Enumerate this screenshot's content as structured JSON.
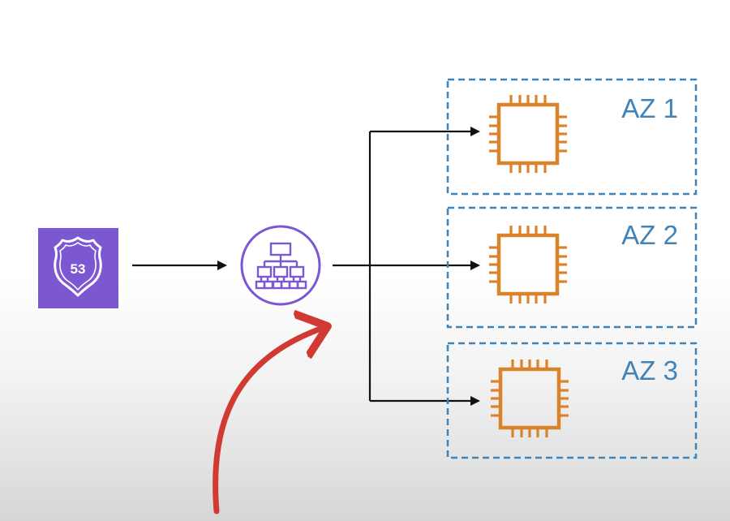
{
  "diagram": {
    "route53": {
      "icon": "route53-shield-icon",
      "label": "53",
      "color": "#7b57d1"
    },
    "load_balancer": {
      "icon": "load-balancer-hierarchy-icon",
      "color": "#7b57d1"
    },
    "availability_zones": [
      {
        "label": "AZ 1",
        "icon": "ec2-chip-icon"
      },
      {
        "label": "AZ 2",
        "icon": "ec2-chip-icon"
      },
      {
        "label": "AZ 3",
        "icon": "ec2-chip-icon"
      }
    ],
    "colors": {
      "az_border": "#3f83b8",
      "az_text": "#3f83b8",
      "chip": "#d9832b",
      "arrow": "#111111",
      "annotation": "#d13a33"
    }
  }
}
